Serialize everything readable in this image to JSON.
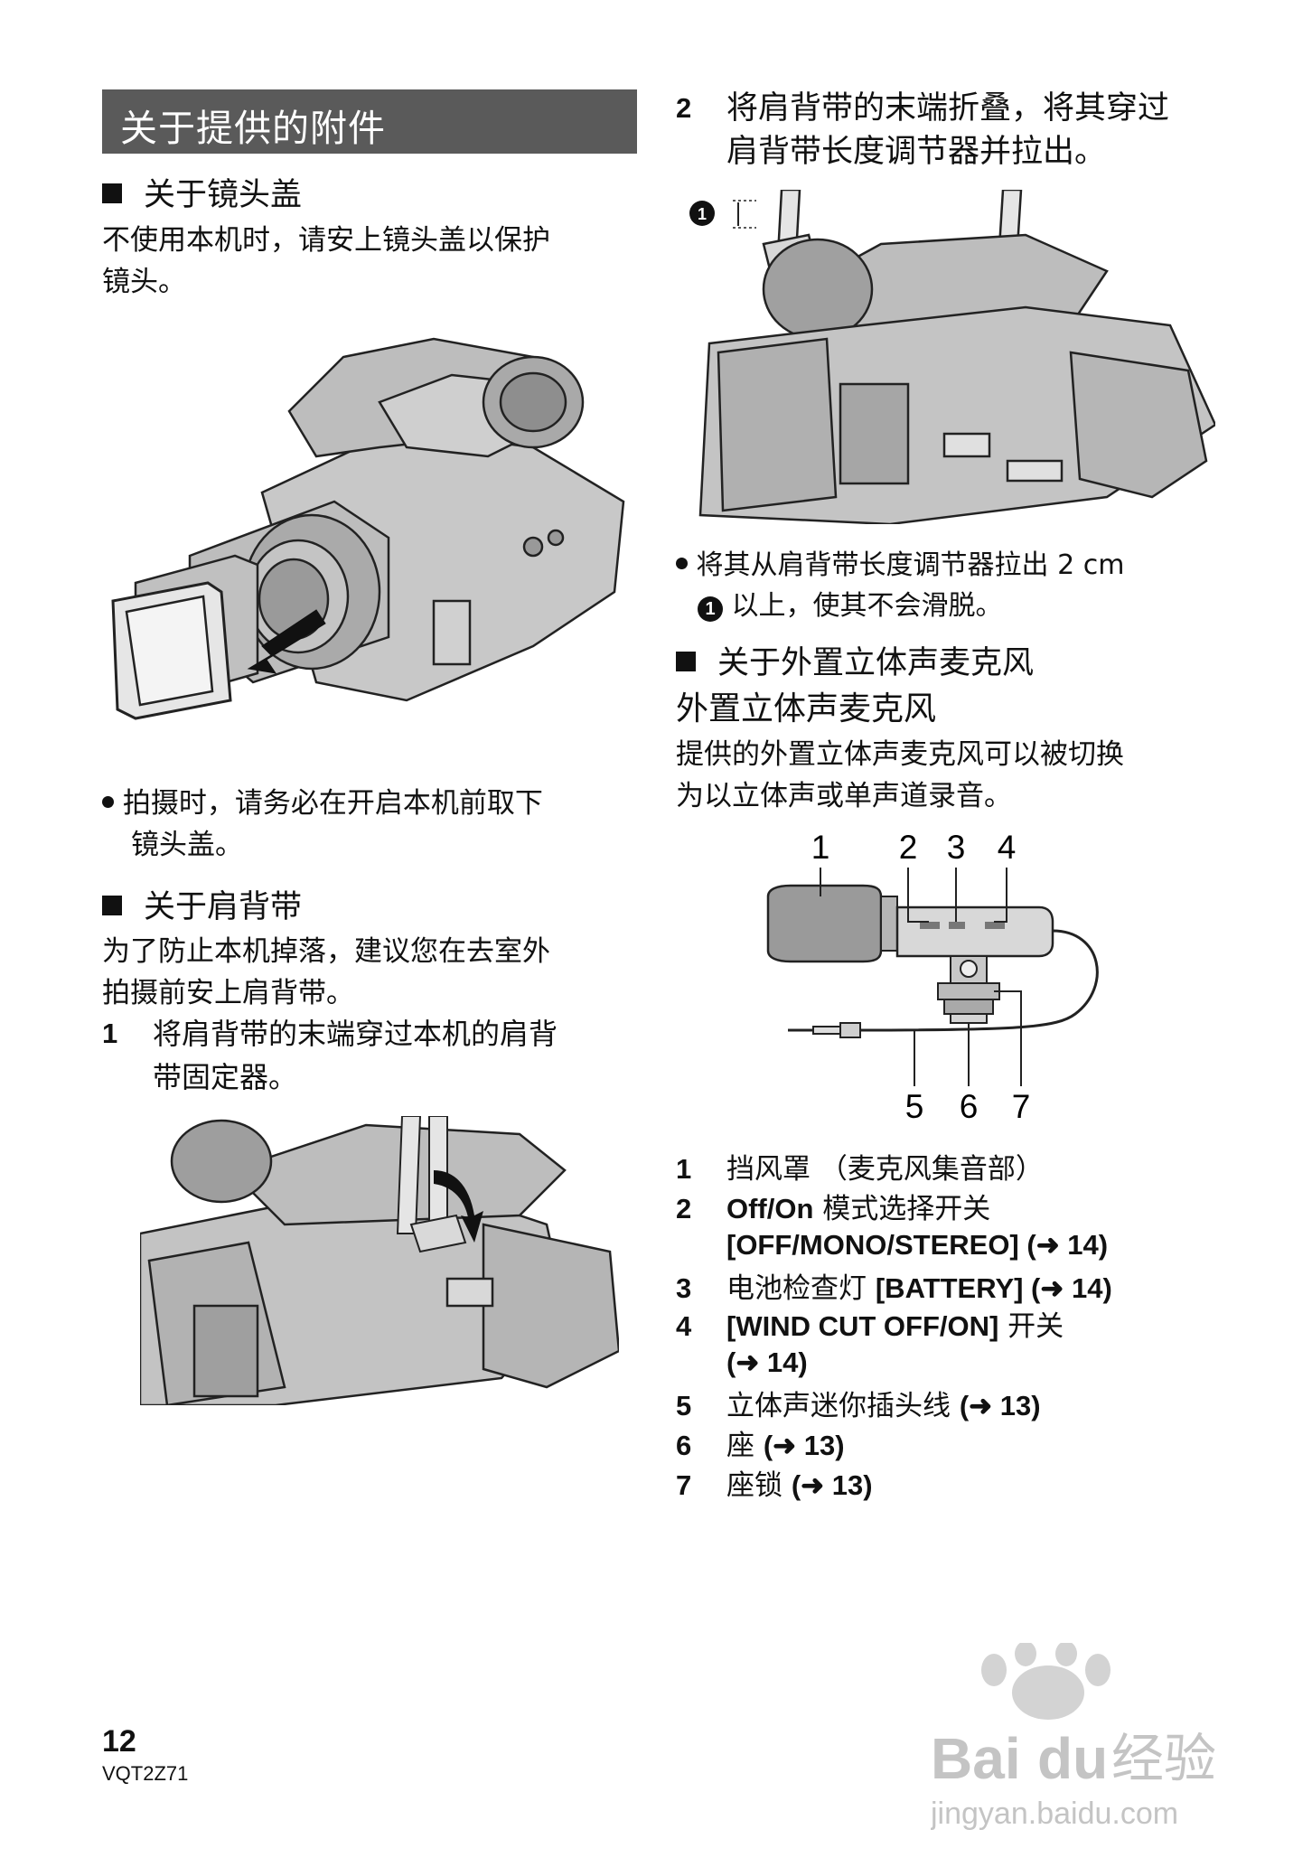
{
  "left": {
    "section_title": "关于提供的附件",
    "lens_cap": {
      "heading": "关于镜头盖",
      "para_line1": "不使用本机时，请安上镜头盖以保护",
      "para_line2": "镜头。",
      "note_line1": "拍摄时，请务必在开启本机前取下",
      "note_line2": "镜头盖。"
    },
    "shoulder_strap": {
      "heading": "关于肩背带",
      "para_line1": "为了防止本机掉落，建议您在去室外",
      "para_line2": "拍摄前安上肩背带。",
      "step1_num": "1",
      "step1_line1": "将肩背带的末端穿过本机的肩背",
      "step1_line2": "带固定器。"
    }
  },
  "right": {
    "step2_num": "2",
    "step2_line1": "将肩背带的末端折叠，将其穿过",
    "step2_line2": "肩背带长度调节器并拉出。",
    "callout_marker": "1",
    "note_line1": "将其从肩背带长度调节器拉出 2 cm",
    "note_line2_marker": "1",
    "note_line2": "以上，使其不会滑脱。",
    "mic": {
      "heading": "关于外置立体声麦克风",
      "subheading": "外置立体声麦克风",
      "para_line1": "提供的外置立体声麦克风可以被切换",
      "para_line2": "为以立体声或单声道录音。",
      "diagram_labels": [
        "1",
        "2",
        "3",
        "4",
        "5",
        "6",
        "7"
      ],
      "parts": [
        {
          "num": "1",
          "text": "挡风罩 （麦克风集音部）"
        },
        {
          "num": "2",
          "text_bold": "Off/On",
          "text": " 模式选择开关",
          "line2": "[OFF/MONO/STEREO] (➜ 14)"
        },
        {
          "num": "3",
          "text": "电池检查灯 ",
          "text_bold": "[BATTERY] (➜ 14)"
        },
        {
          "num": "4",
          "text_bold": "[WIND CUT OFF/ON]",
          "text": " 开关",
          "line2": "(➜ 14)"
        },
        {
          "num": "5",
          "text": "立体声迷你插头线 ",
          "text_bold": "(➜ 13)"
        },
        {
          "num": "6",
          "text": "座 ",
          "text_bold": "(➜ 13)"
        },
        {
          "num": "7",
          "text": "座锁 ",
          "text_bold": "(➜ 13)"
        }
      ]
    }
  },
  "footer": {
    "page_number": "12",
    "doc_code": "VQT2Z71"
  },
  "watermark": {
    "brand_a": "Bai",
    "brand_b": "du",
    "brand_c": "经验",
    "url": "jingyan.baidu.com"
  }
}
